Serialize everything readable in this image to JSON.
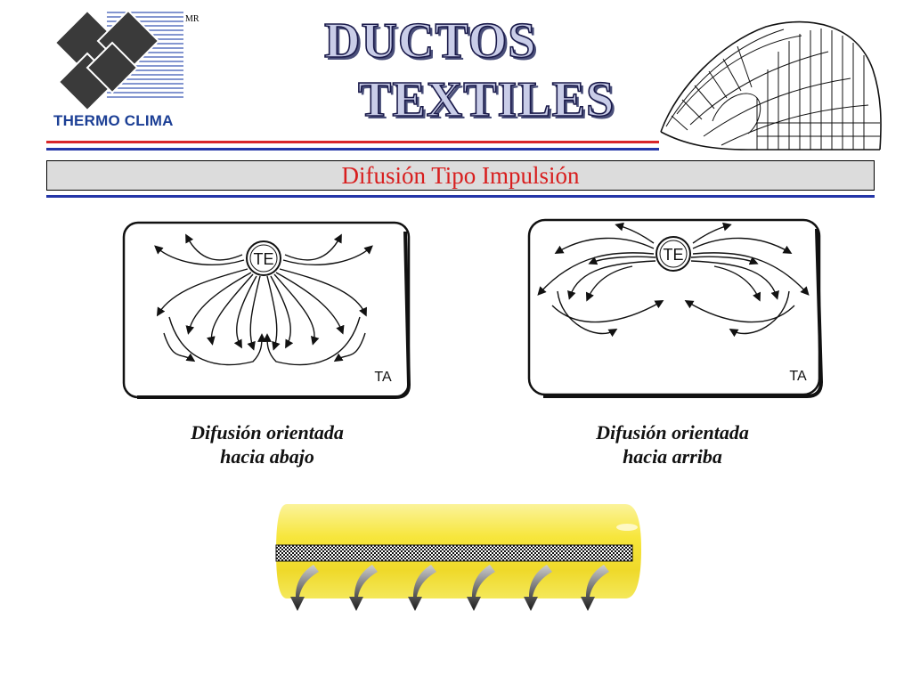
{
  "brand": {
    "name": "THERMO CLIMA",
    "trademark": "MR"
  },
  "title": {
    "line1": "DUCTOS",
    "line2": "TEXTILES"
  },
  "subtitle": "Difusión Tipo Impulsión",
  "diagrams": [
    {
      "center_label": "TE",
      "corner_label": "TA",
      "caption_line1": "Difusión orientada",
      "caption_line2": "hacia abajo"
    },
    {
      "center_label": "TE",
      "corner_label": "TA",
      "caption_line1": "Difusión orientada",
      "caption_line2": "hacia arriba"
    }
  ],
  "colors": {
    "brand_blue": "#1c3f95",
    "logo_dark": "#3a3a3a",
    "rule_red": "#d8262a",
    "rule_blue": "#2436a8",
    "subtitle_red": "#d81e1e",
    "duct_yellow": "#f4e23a"
  }
}
